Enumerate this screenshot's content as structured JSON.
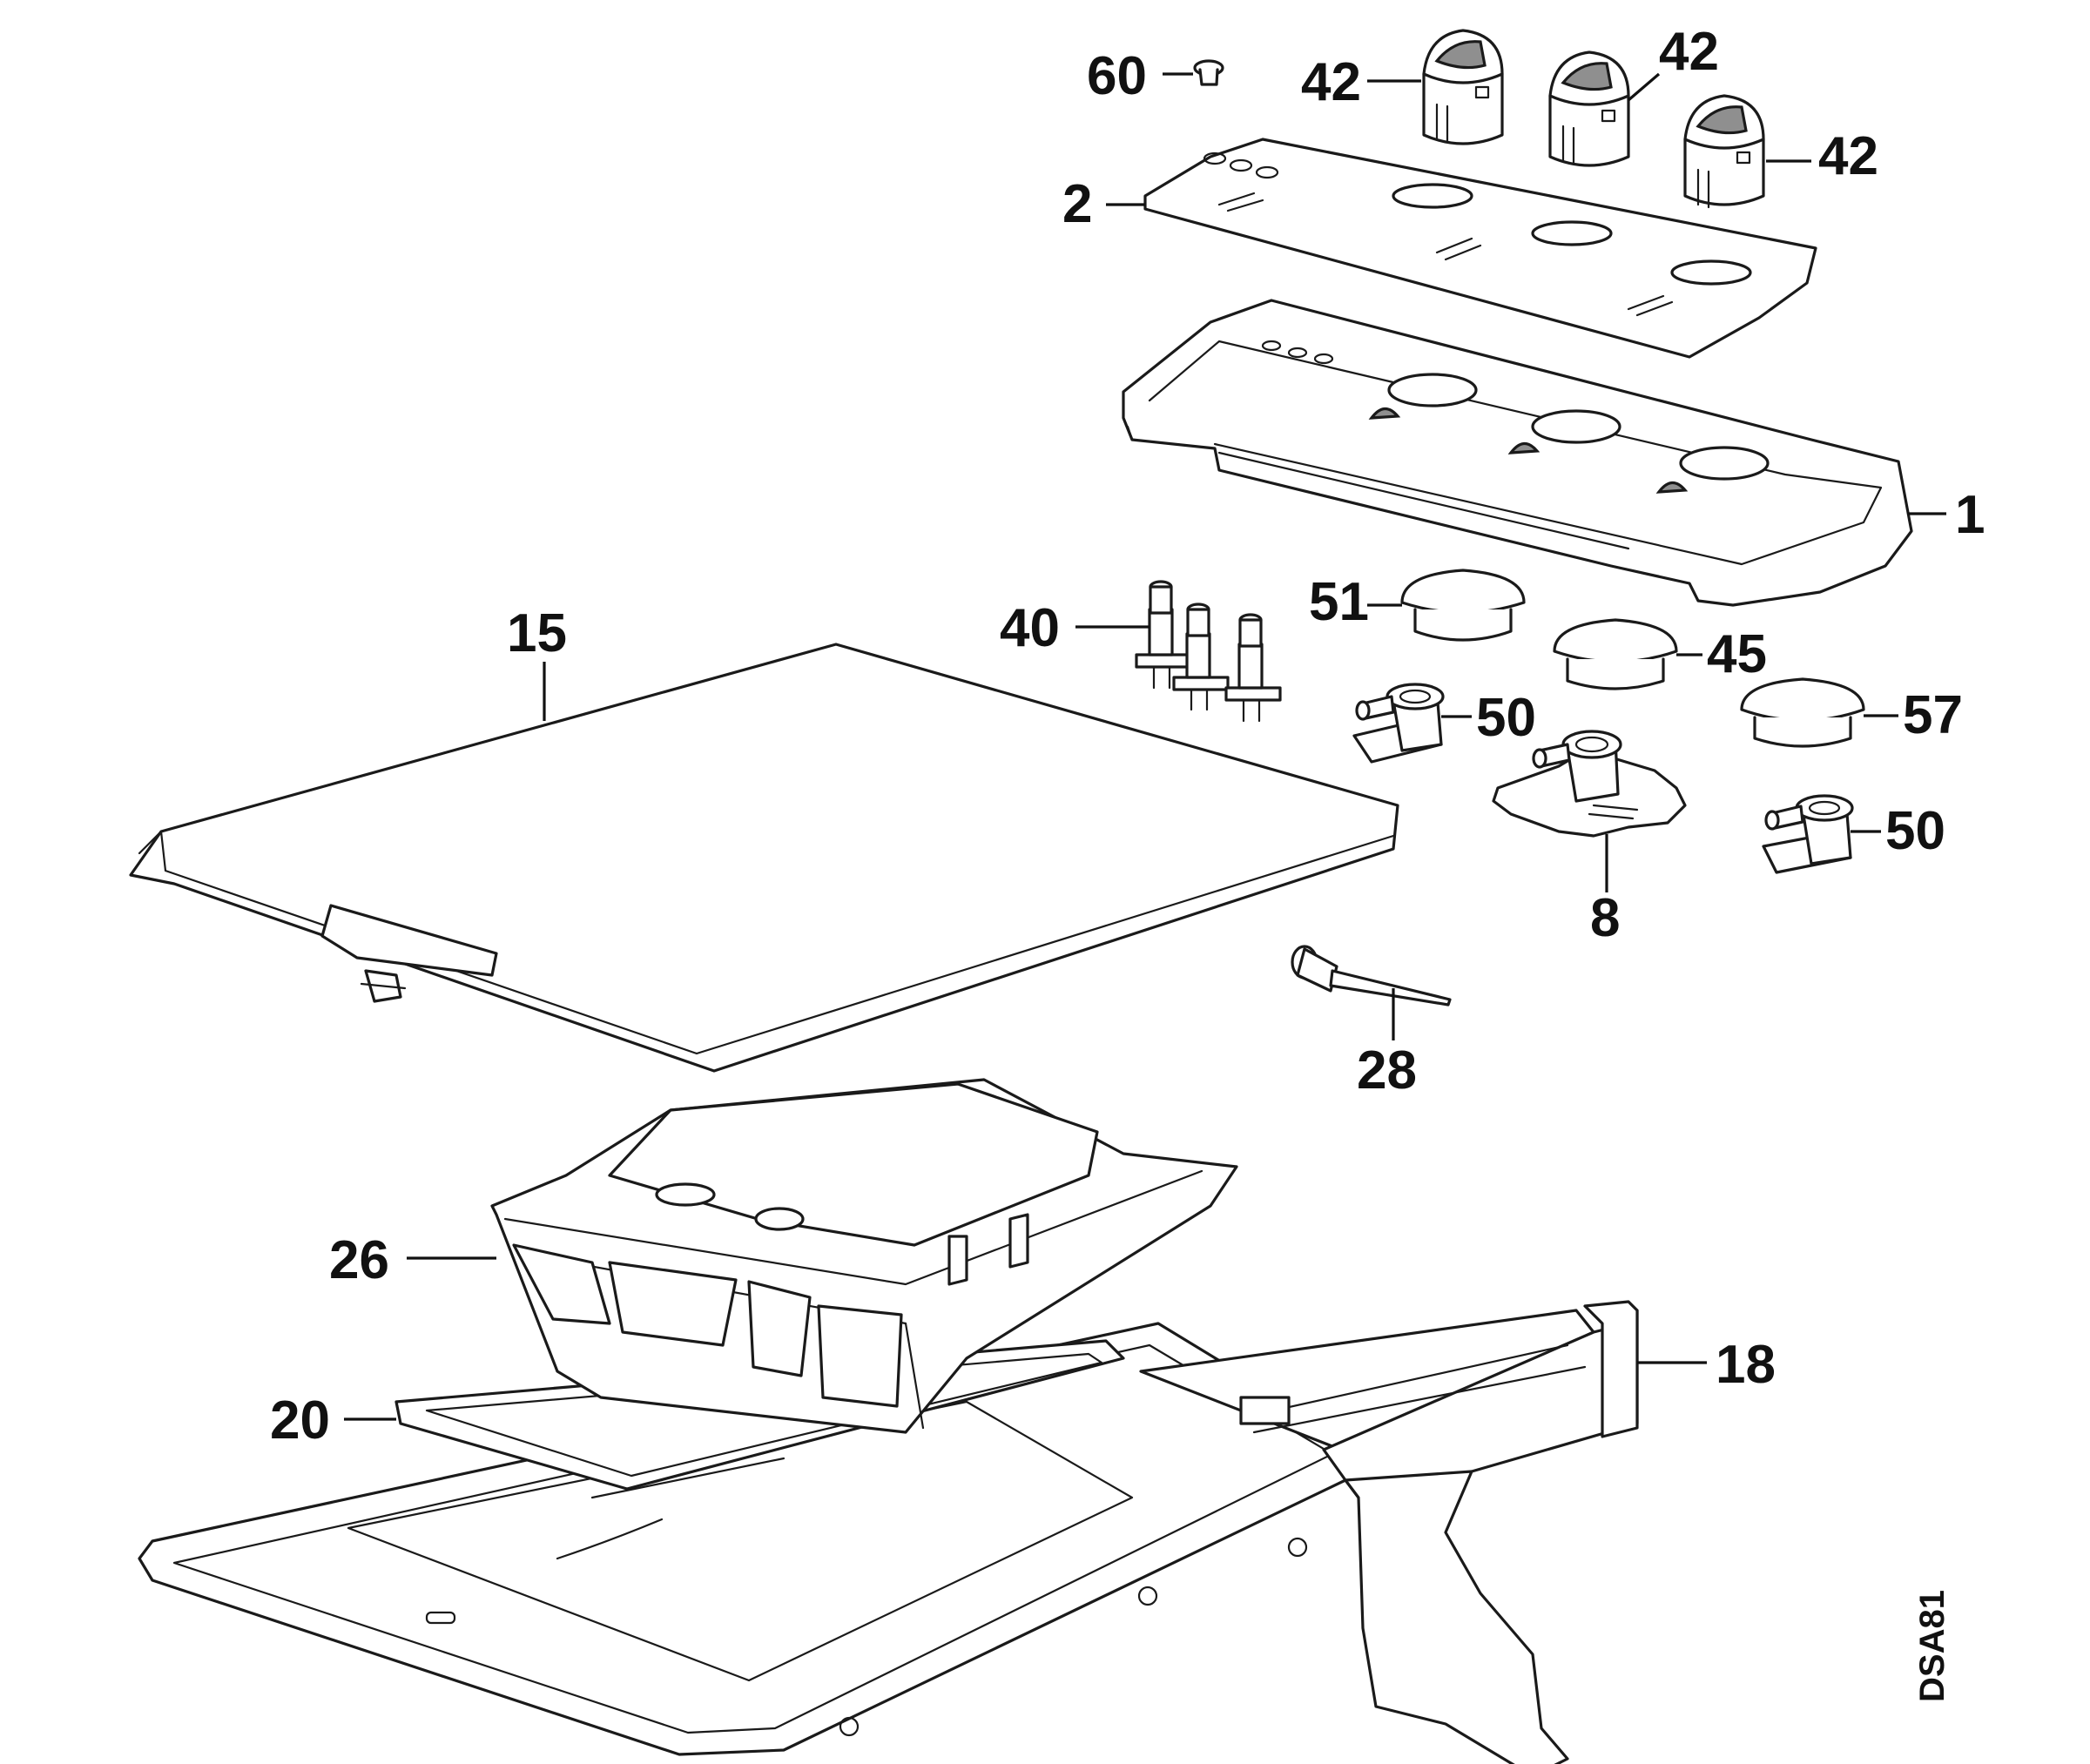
{
  "diagram_code": "DSA81",
  "callouts": [
    {
      "id": "c60",
      "label": "60"
    },
    {
      "id": "c42a",
      "label": "42"
    },
    {
      "id": "c42b",
      "label": "42"
    },
    {
      "id": "c42c",
      "label": "42"
    },
    {
      "id": "c2",
      "label": "2"
    },
    {
      "id": "c1",
      "label": "1"
    },
    {
      "id": "c15",
      "label": "15"
    },
    {
      "id": "c40",
      "label": "40"
    },
    {
      "id": "c51",
      "label": "51"
    },
    {
      "id": "c45",
      "label": "45"
    },
    {
      "id": "c50a",
      "label": "50"
    },
    {
      "id": "c57",
      "label": "57"
    },
    {
      "id": "c50b",
      "label": "50"
    },
    {
      "id": "c8",
      "label": "8"
    },
    {
      "id": "c28",
      "label": "28"
    },
    {
      "id": "c26",
      "label": "26"
    },
    {
      "id": "c18",
      "label": "18"
    },
    {
      "id": "c20",
      "label": "20"
    }
  ]
}
